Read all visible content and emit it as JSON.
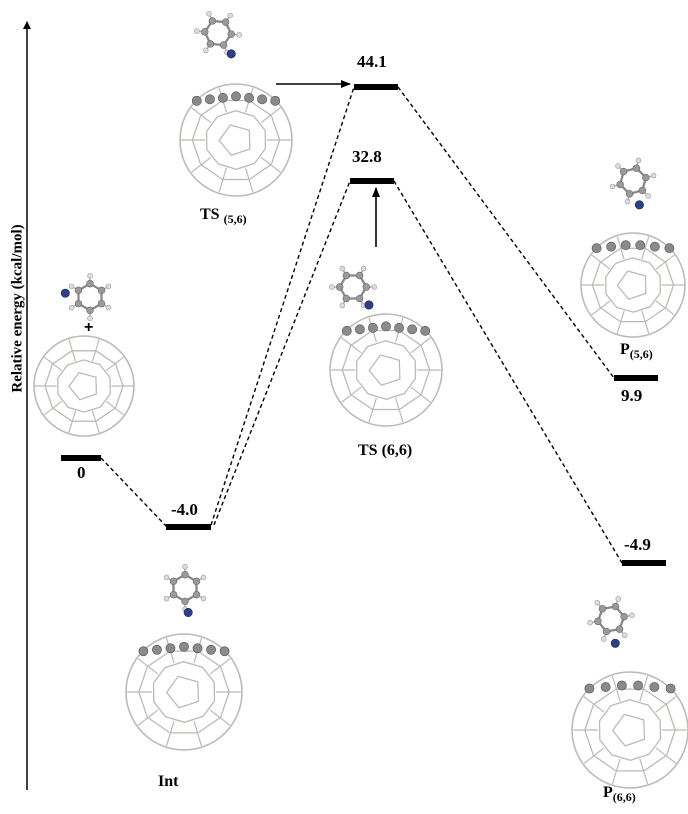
{
  "axis": {
    "ylabel": "Relative energy (kcal/mol)"
  },
  "levels": [
    {
      "id": "reactants",
      "value": 0,
      "label": "0",
      "name": ""
    },
    {
      "id": "int",
      "value": -4.0,
      "label": "-4.0",
      "name": "Int"
    },
    {
      "id": "ts56",
      "value": 44.1,
      "label": "44.1",
      "name": "TS",
      "sub": "(5,6)"
    },
    {
      "id": "ts66",
      "value": 32.8,
      "label": "32.8",
      "name": "TS (6,6)"
    },
    {
      "id": "p56",
      "value": 9.9,
      "label": "9.9",
      "name": "P",
      "sub": "(5,6)"
    },
    {
      "id": "p66",
      "value": -4.9,
      "label": "-4.9",
      "name": "P",
      "sub": "(6,6)"
    }
  ],
  "connections": [
    [
      "reactants",
      "int"
    ],
    [
      "int",
      "ts56"
    ],
    [
      "int",
      "ts66"
    ],
    [
      "ts56",
      "p56"
    ],
    [
      "ts66",
      "p66"
    ]
  ],
  "reactants_plus": "+",
  "colors": {
    "line": "#000000",
    "cage": "#b9bdb5",
    "atom": "#8a8a8a",
    "nitrogen": "#2c3f8f"
  },
  "icons": [
    "fullerene-cage-icon",
    "aniline-molecule-icon"
  ]
}
